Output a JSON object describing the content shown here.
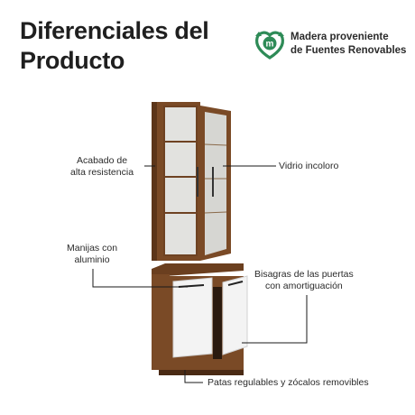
{
  "title": {
    "line1": "Diferenciales del",
    "line2": "Producto"
  },
  "badge": {
    "icon": "recycle-leaf-icon",
    "line1": "Madera proveniente",
    "line2": "de Fuentes Renovables",
    "color": "#2e8b57"
  },
  "annotations": {
    "acabado": {
      "line1": "Acabado de",
      "line2": "alta resistencia"
    },
    "vidrio": {
      "line1": "Vidrio incoloro"
    },
    "manijas": {
      "line1": "Manijas con",
      "line2": "aluminio"
    },
    "bisagras": {
      "line1": "Bisagras de las puertas",
      "line2": "con amortiguación"
    },
    "patas": {
      "line1": "Patas regulables y zócalos removibles"
    }
  },
  "colors": {
    "wood": "#7a4a26",
    "wood_dark": "#5c3519",
    "door_white": "#f2f2f2",
    "glass": "#d9d9d6",
    "line": "#1a1a1a"
  }
}
